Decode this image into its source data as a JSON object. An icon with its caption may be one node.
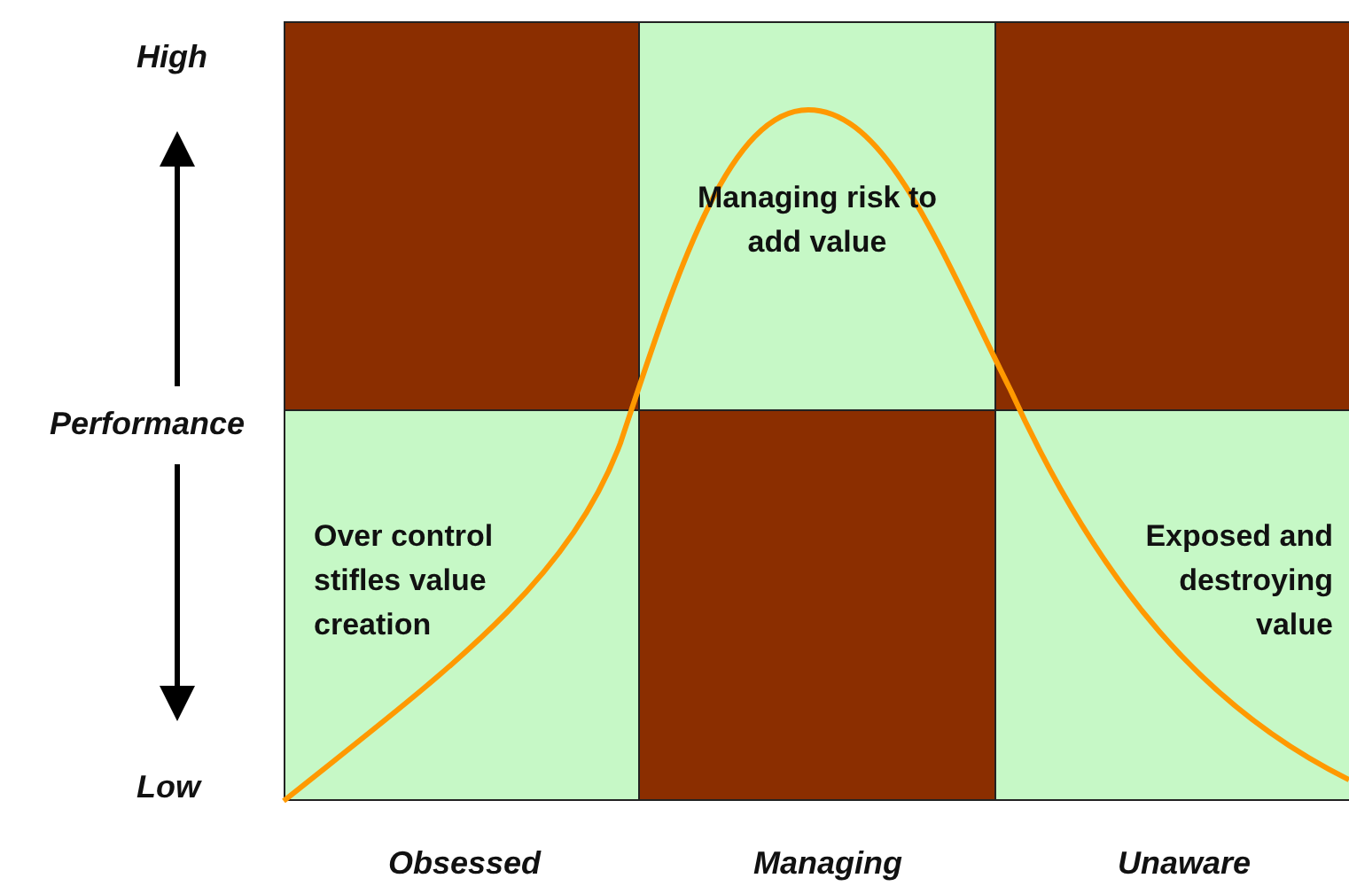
{
  "diagram": {
    "nodes": [
      {
        "text": [],
        "shape": "box"
      },
      {
        "text": [
          "Managing risk to add value"
        ]
      },
      {
        "text": [],
        "shape": "box"
      },
      {
        "text": [
          "Over control stifles value creation"
        ]
      },
      {
        "text": [],
        "shape": "box"
      },
      {
        "text": [
          "Exposed and destroying value"
        ]
      }
    ],
    "edges": [],
    "labels": [
      "High",
      "Performance",
      "Low",
      "Obsessed",
      "Managing",
      "Unaware"
    ]
  }
}
